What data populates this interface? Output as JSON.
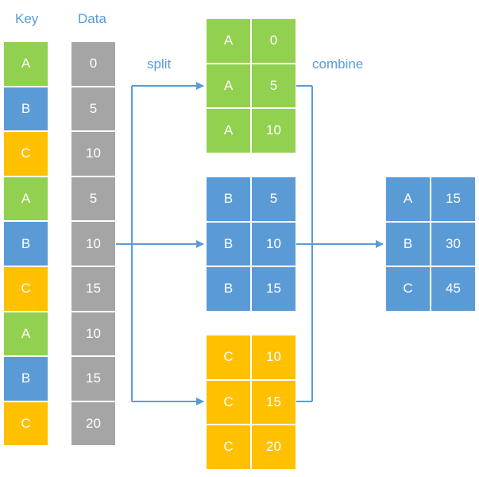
{
  "headers": {
    "key": "Key",
    "data": "Data"
  },
  "labels": {
    "split": "split",
    "combine": "combine"
  },
  "colors": {
    "A": "#92d050",
    "B": "#5b9bd5",
    "C": "#ffc000",
    "data": "#a5a5a5",
    "arrow": "#5b9bd5"
  },
  "input": {
    "keys": [
      "A",
      "B",
      "C",
      "A",
      "B",
      "C",
      "A",
      "B",
      "C"
    ],
    "values": [
      "0",
      "5",
      "10",
      "5",
      "10",
      "15",
      "10",
      "15",
      "20"
    ]
  },
  "groups": [
    {
      "key": "A",
      "rows": [
        [
          "A",
          "0"
        ],
        [
          "A",
          "5"
        ],
        [
          "A",
          "10"
        ]
      ]
    },
    {
      "key": "B",
      "rows": [
        [
          "B",
          "5"
        ],
        [
          "B",
          "10"
        ],
        [
          "B",
          "15"
        ]
      ]
    },
    {
      "key": "C",
      "rows": [
        [
          "C",
          "10"
        ],
        [
          "C",
          "15"
        ],
        [
          "C",
          "20"
        ]
      ]
    }
  ],
  "result": {
    "rows": [
      [
        "A",
        "15"
      ],
      [
        "B",
        "30"
      ],
      [
        "C",
        "45"
      ]
    ]
  }
}
